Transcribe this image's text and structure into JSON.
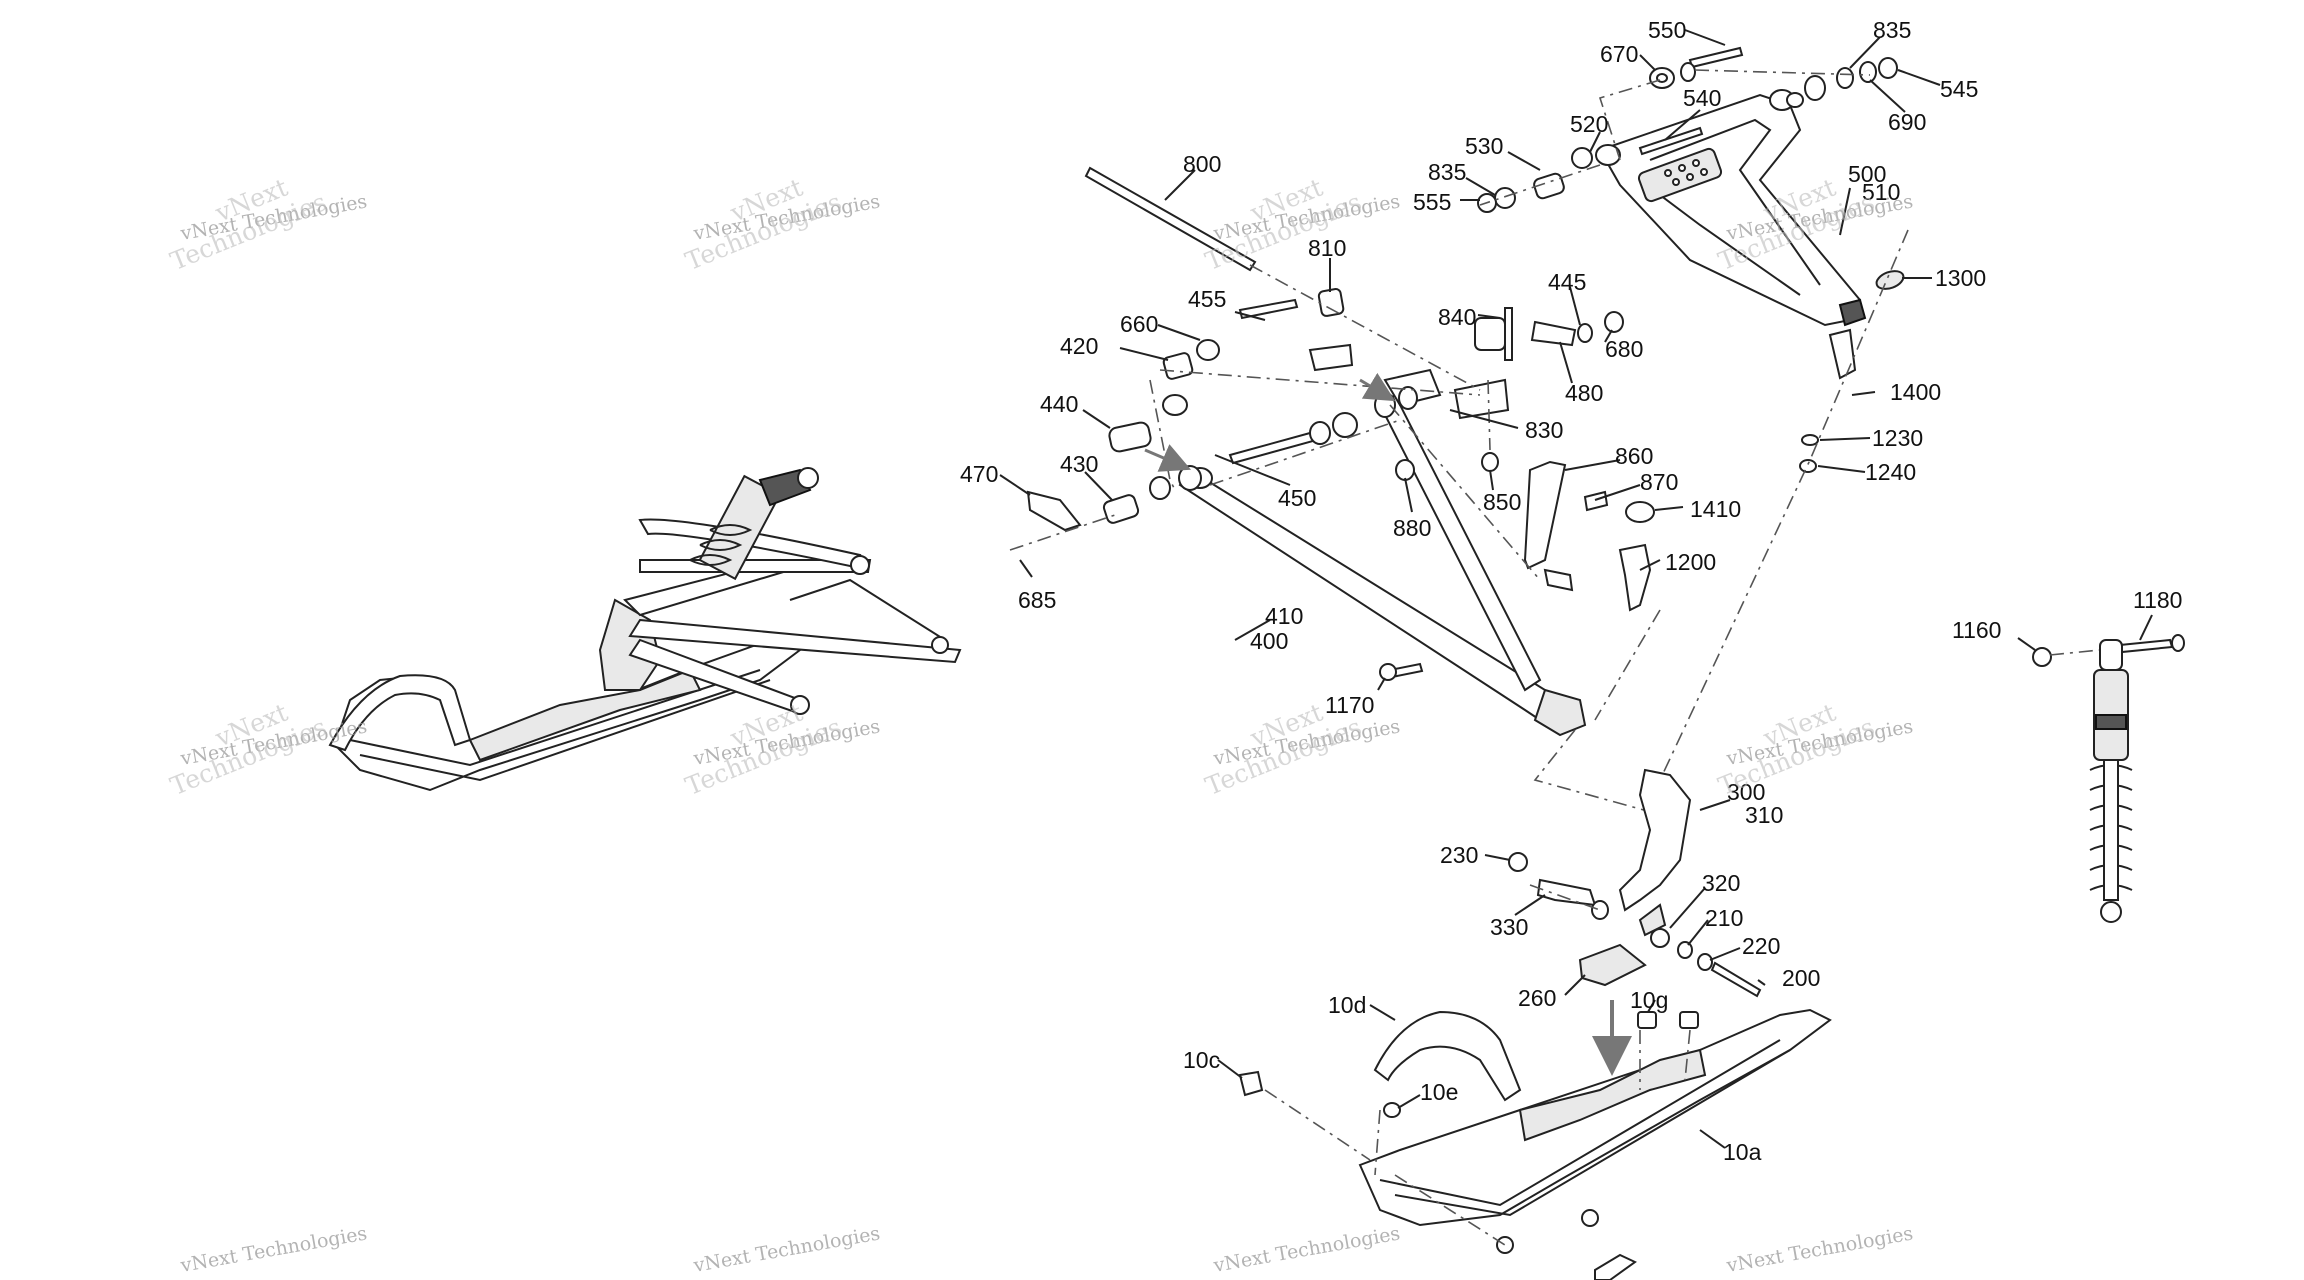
{
  "watermark": {
    "line1": "vNext Technologies",
    "line2": "vNext",
    "line3": "Technologies"
  },
  "labels": {
    "p550": "550",
    "p835a": "835",
    "p670": "670",
    "p540": "540",
    "p545": "545",
    "p690": "690",
    "p520": "520",
    "p530": "530",
    "p835b": "835",
    "p555": "555",
    "p500": "500",
    "p510": "510",
    "p1300": "1300",
    "p800": "800",
    "p810": "810",
    "p455": "455",
    "p660": "660",
    "p420": "420",
    "p840": "840",
    "p445": "445",
    "p680": "680",
    "p480": "480",
    "p440": "440",
    "p830": "830",
    "p430": "430",
    "p470": "470",
    "p450": "450",
    "p860": "860",
    "p870": "870",
    "p850": "850",
    "p1410": "1410",
    "p880": "880",
    "p1200": "1200",
    "p685": "685",
    "p410": "410",
    "p400": "400",
    "p1400": "1400",
    "p1230": "1230",
    "p1240": "1240",
    "p1160": "1160",
    "p1180": "1180",
    "p1170": "1170",
    "p300": "300",
    "p310": "310",
    "p230": "230",
    "p320": "320",
    "p330": "330",
    "p210": "210",
    "p220": "220",
    "p260": "260",
    "p200": "200",
    "p10d": "10d",
    "p10g": "10g",
    "p10c": "10c",
    "p10e": "10e",
    "p10a": "10a"
  },
  "colors": {
    "line": "#222222",
    "arrow": "#777777",
    "watermark": "#9a9a9a"
  }
}
